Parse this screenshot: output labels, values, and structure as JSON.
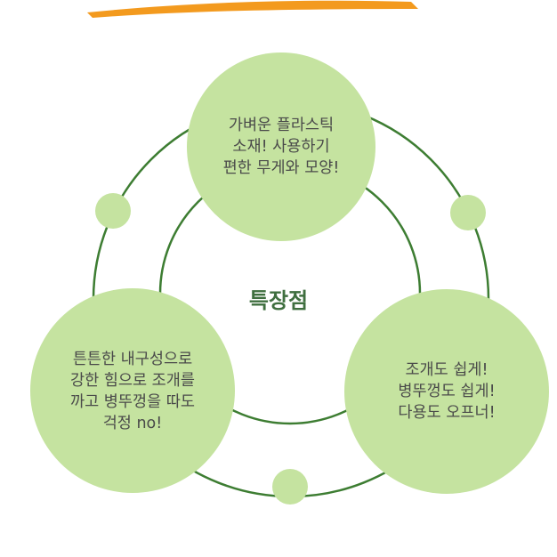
{
  "diagram": {
    "title": "특장점",
    "features": [
      {
        "id": "top",
        "text": "가벼운 플라스틱\n소재! 사용하기\n편한 무게와 모양!"
      },
      {
        "id": "left",
        "text": "튼튼한 내구성으로\n강한 힘으로 조개를\n까고 병뚜껑을 따도\n걱정 no!"
      },
      {
        "id": "right",
        "text": "조개도 쉽게!\n병뚜껑도 쉽게!\n다용도 오프너!"
      }
    ],
    "colors": {
      "bubble": "#c5e3a0",
      "ring": "#3d7d32",
      "accent_stroke": "#f39a1e",
      "title": "#3f6f3f",
      "text": "#4a4a4a"
    }
  }
}
